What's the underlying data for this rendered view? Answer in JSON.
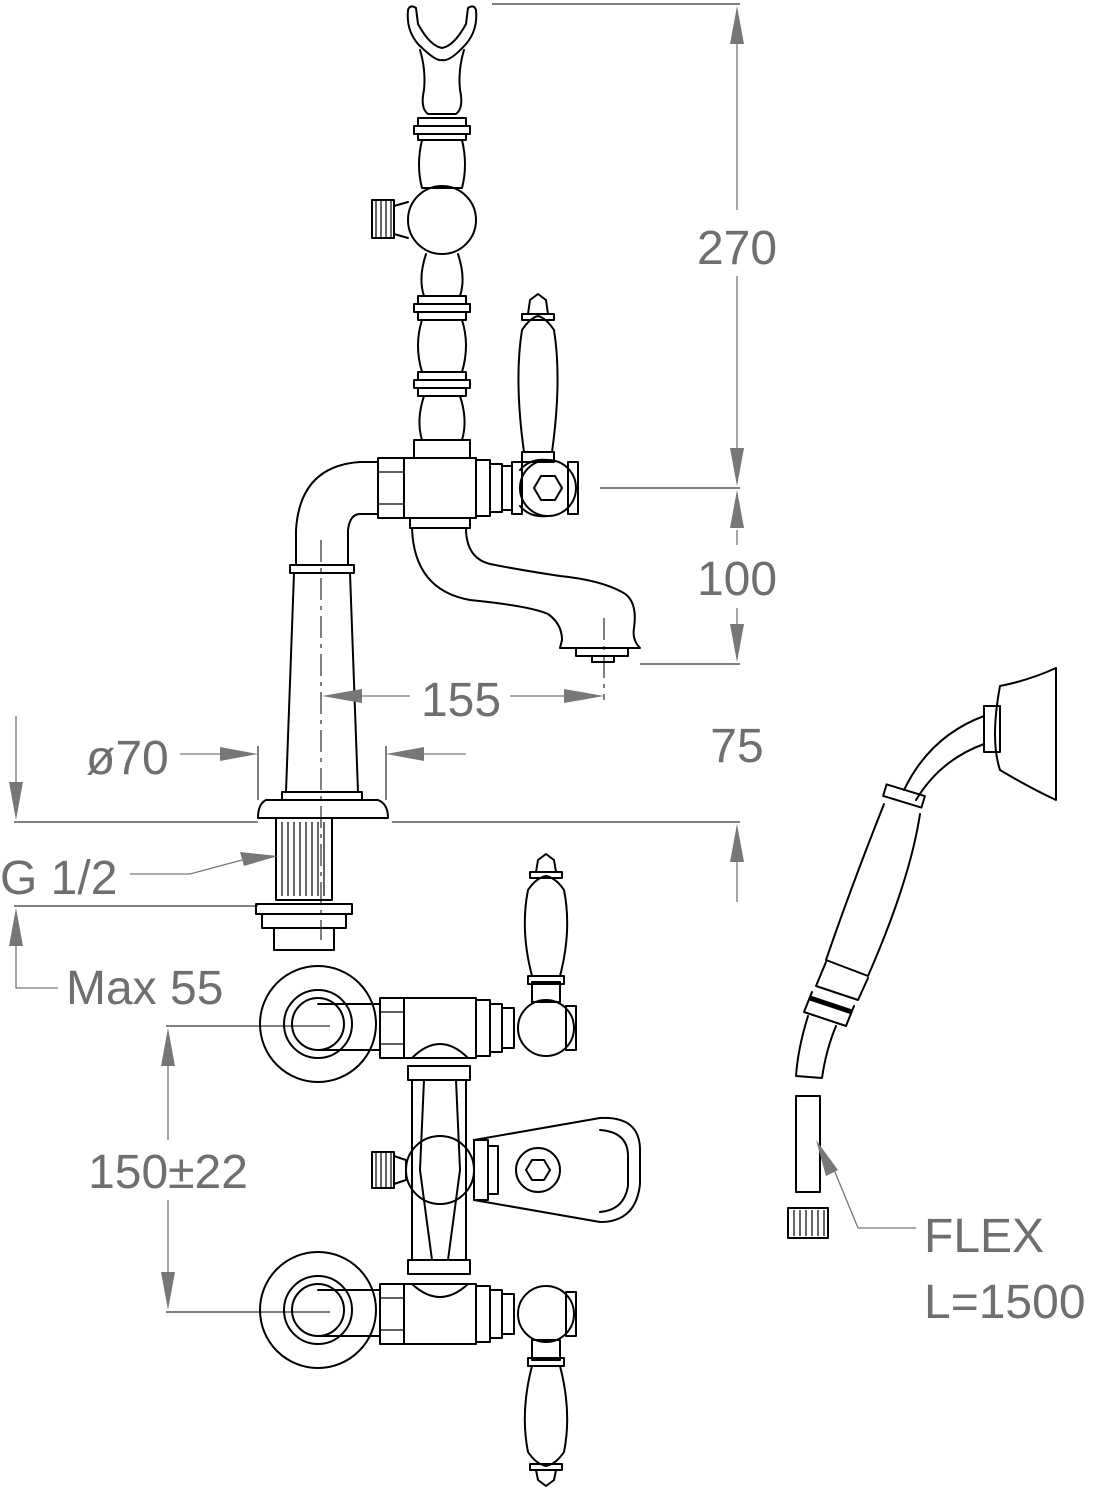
{
  "dimensions": {
    "height_270": "270",
    "height_100": "100",
    "reach_155": "155",
    "base_75": "75",
    "diameter_70": "ø70",
    "thread": "G 1/2",
    "max_deck": "Max 55",
    "centres": "150±22"
  },
  "flex_label": {
    "line1": "FLEX",
    "line2": "L=1500"
  }
}
